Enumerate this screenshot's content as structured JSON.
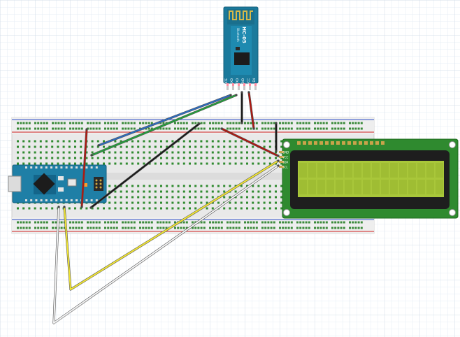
{
  "bluetooth_module": {
    "model": "HC-05",
    "subtitle": "Bluetooth",
    "pins": [
      "STATE",
      "RXD",
      "TXD",
      "GND",
      "VCC",
      "EN"
    ]
  },
  "arduino": {
    "name": "Arduino Nano"
  },
  "lcd": {
    "name": "16x2 LCD with I2C",
    "pins": [
      "GND",
      "VCC",
      "SDA",
      "SCL"
    ]
  },
  "wires": [
    {
      "name": "wire-blue",
      "color": "#2b6cc4"
    },
    {
      "name": "wire-green",
      "color": "#22a13a"
    },
    {
      "name": "wire-black",
      "color": "#1a1a1a"
    },
    {
      "name": "wire-red",
      "color": "#b3160f"
    },
    {
      "name": "wire-yellow",
      "color": "#f2e632"
    },
    {
      "name": "wire-white",
      "color": "#f4f4f4"
    }
  ]
}
